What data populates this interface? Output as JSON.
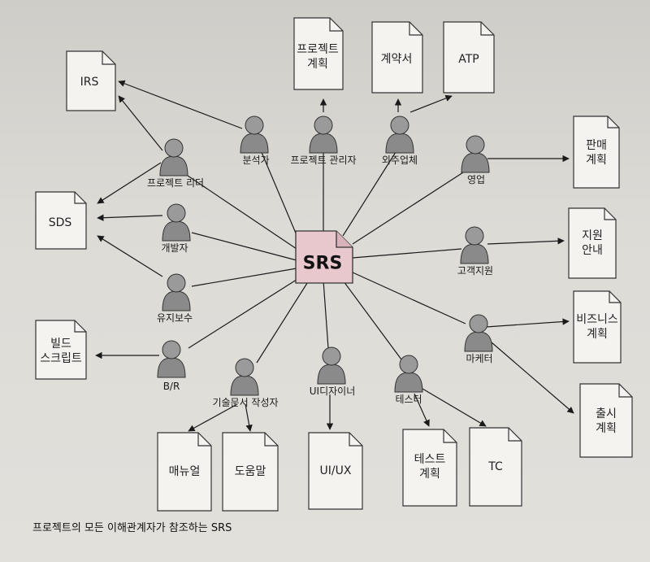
{
  "center": {
    "label": "SRS"
  },
  "docs": {
    "irs": "IRS",
    "sds": "SDS",
    "build": "빌드\n스크립트",
    "project_plan": "프로젝트\n계획",
    "contract": "계약서",
    "atp": "ATP",
    "sales_plan": "판매\n계획",
    "support_guide": "지원\n안내",
    "business_plan": "비즈니스\n계획",
    "release_plan": "출시\n계획",
    "manual": "매뉴얼",
    "help": "도움말",
    "uiux": "UI/UX",
    "test_plan": "테스트\n계획",
    "tc": "TC"
  },
  "actors": {
    "analyst": "분석가",
    "project_manager": "프로젝트 관리자",
    "outsourcer": "외주업체",
    "project_leader": "프로젝트 리더",
    "sales": "영업",
    "developer": "개발자",
    "support": "고객지원",
    "maintainer": "유지보수",
    "marketer": "마케터",
    "br": "B/R",
    "tech_writer": "기술문서 작성자",
    "ui_designer": "UI디자이너",
    "tester": "테스터"
  },
  "caption": "프로젝트의 모든 이해관계자가 참조하는 SRS"
}
